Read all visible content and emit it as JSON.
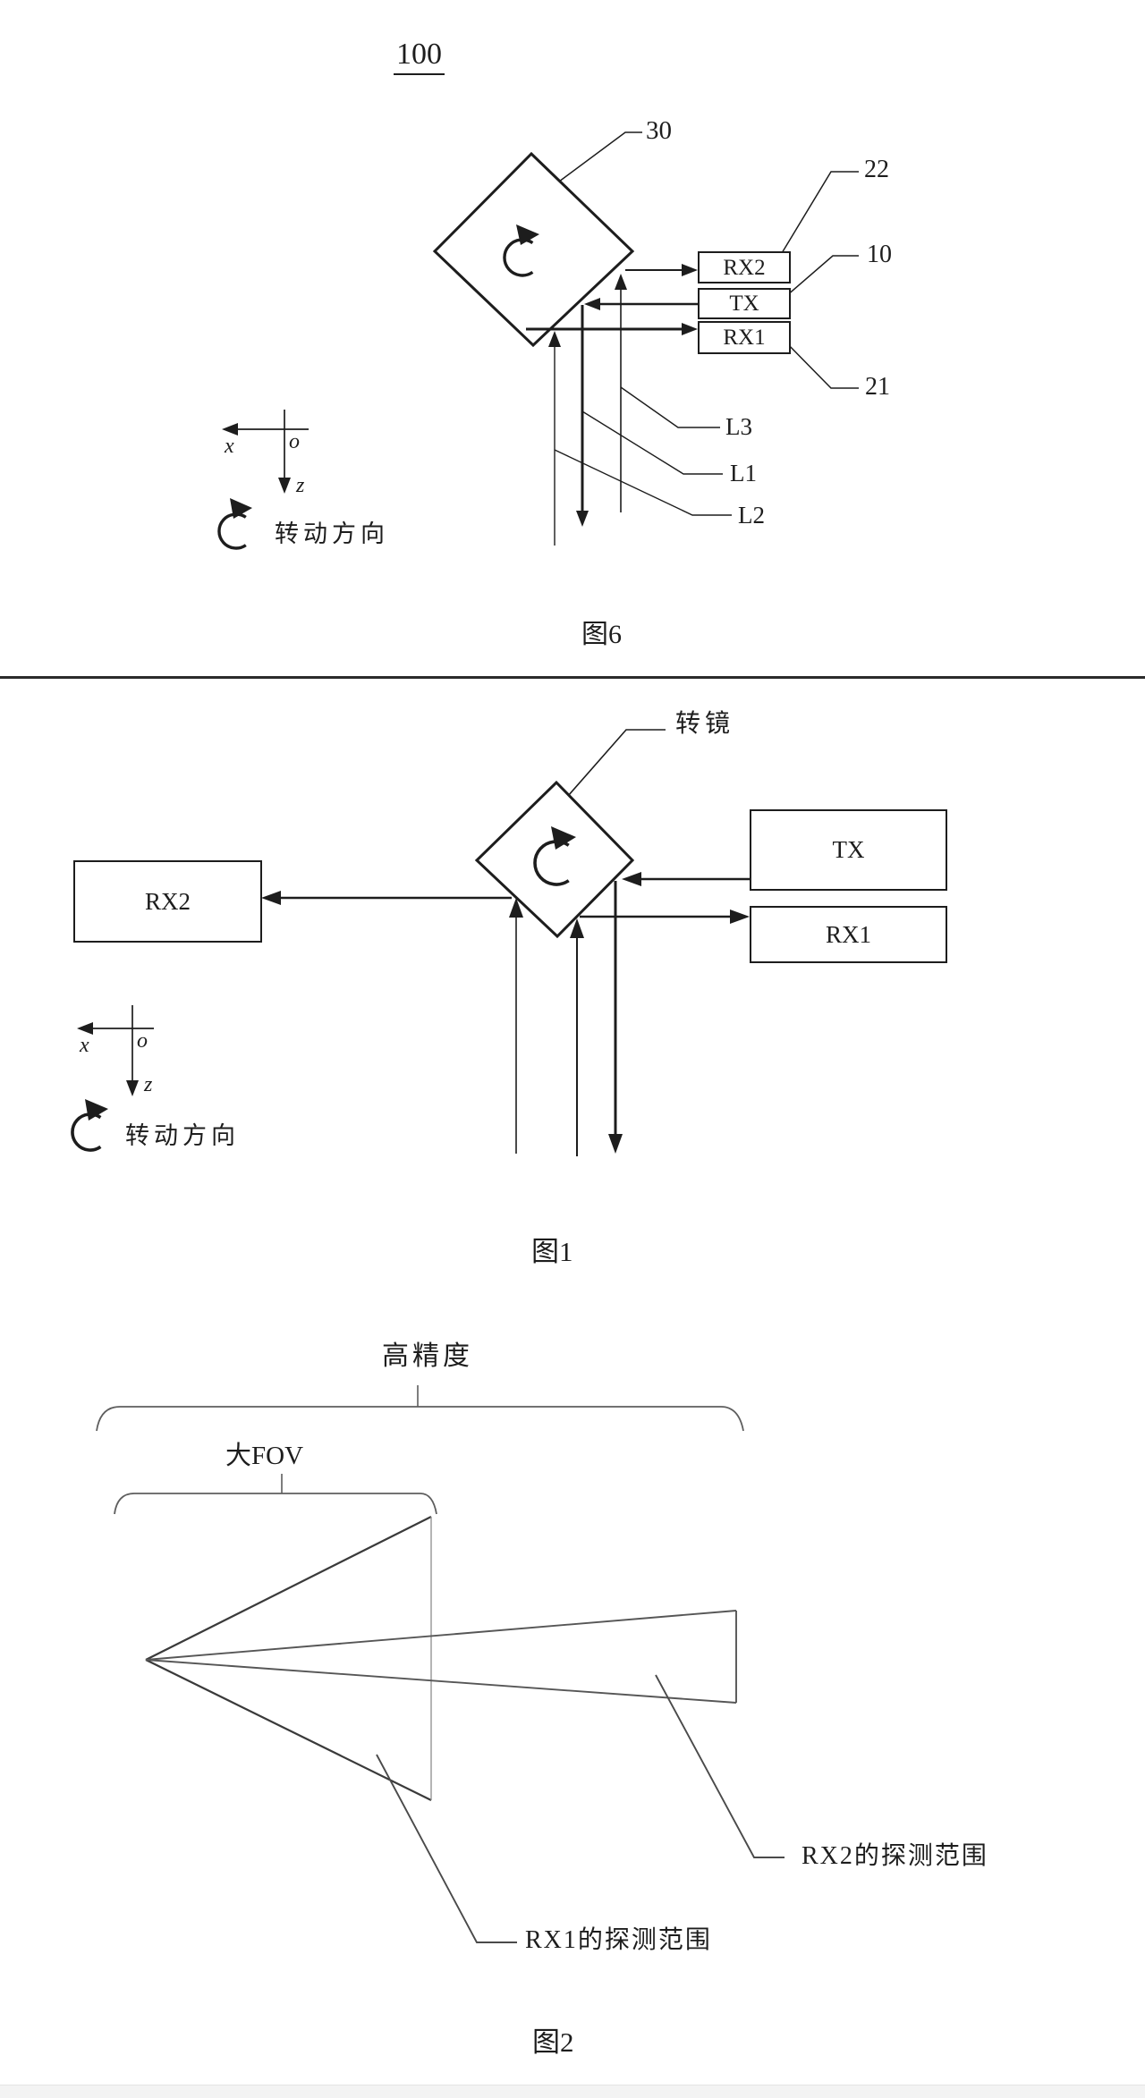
{
  "colors": {
    "ink": "#1d1d1d",
    "diagram_gray": "#4f4f4f",
    "footer_band": "#f3f3f3"
  },
  "fig6": {
    "ref_number": "100",
    "mirror_ref": "30",
    "rx2_label": "RX2",
    "rx2_ref": "22",
    "tx_label": "TX",
    "tx_ref": "10",
    "rx1_label": "RX1",
    "rx1_ref": "21",
    "beam_l3": "L3",
    "beam_l1": "L1",
    "beam_l2": "L2",
    "axis_x": "x",
    "axis_o": "o",
    "axis_z": "z",
    "rotation_label": "转动方向",
    "caption": "图6"
  },
  "fig1": {
    "mirror_label": "转镜",
    "rx2_label": "RX2",
    "tx_label": "TX",
    "rx1_label": "RX1",
    "axis_x": "x",
    "axis_o": "o",
    "axis_z": "z",
    "rotation_label": "转动方向",
    "caption": "图1"
  },
  "fig2": {
    "precision_label": "高精度",
    "fov_label": "大FOV",
    "rx1_range_label": "RX1的探测范围",
    "rx2_range_label": "RX2的探测范围",
    "caption": "图2"
  }
}
